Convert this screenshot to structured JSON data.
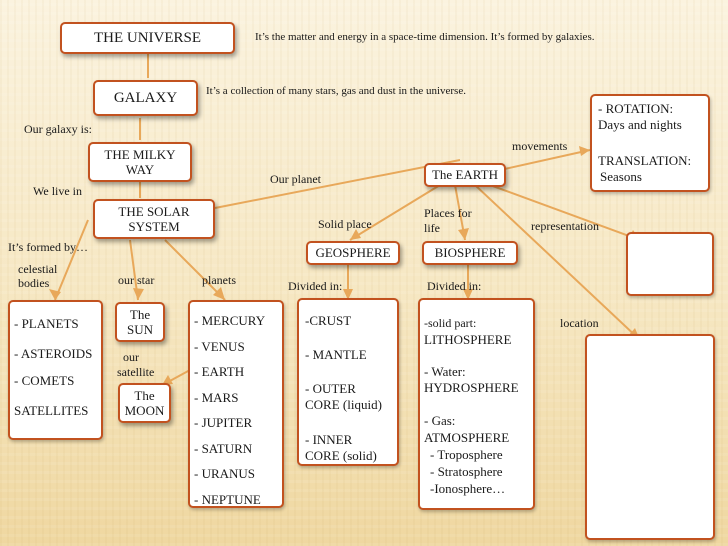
{
  "universe": {
    "title": "THE UNIVERSE",
    "definition": "It’s the matter and energy in a space-time dimension. It’s formed by galaxies."
  },
  "galaxy": {
    "title": "GALAXY",
    "definition": "It’s a collection of many stars,  gas and dust in the universe.",
    "our_galaxy_label": "Our  galaxy is:"
  },
  "milky_way": {
    "line1": "THE MILKY",
    "line2": "WAY",
    "we_live_in": "We live in"
  },
  "solar_system": {
    "line1": "THE SOLAR",
    "line2": "SYSTEM",
    "formed_by": "It’s formed by…",
    "celestial_line1": "celestial",
    "celestial_line2": "bodies",
    "our_star": "our star",
    "planets_label": "planets",
    "our_planet": "Our planet"
  },
  "celestial_bodies": [
    "‐ PLANETS",
    "‐ ASTEROIDS",
    "‐ COMETS",
    "SATELLITES"
  ],
  "sun": {
    "line1": "The",
    "line2": "SUN",
    "our_line1": "our",
    "our_line2": "satellite"
  },
  "moon": {
    "line1": "The",
    "line2": "MOON"
  },
  "planets": [
    "‐ MERCURY",
    "‐ VENUS",
    "‐ EARTH",
    "‐ MARS",
    "‐ JUPITER",
    "‐ SATURN",
    "‐ URANUS",
    "‐ NEPTUNE"
  ],
  "earth": {
    "title": "The EARTH",
    "movements": "movements",
    "representation": "representation",
    "location": "location",
    "solid_place": "Solid  place",
    "places_line1": "Places for",
    "places_line2": "life"
  },
  "movements_box": {
    "rotation": "‐ ROTATION:",
    "rotation_desc": "Days and nights",
    "translation": "TRANSLATION:",
    "translation_desc": "Seasons"
  },
  "geosphere": {
    "title": "GEOSPHERE",
    "divided": "Divided in:",
    "layers": [
      "‐CRUST",
      "‐ MANTLE",
      "‐ OUTER",
      "CORE  (liquid)",
      "‐ INNER",
      "CORE (solid)"
    ]
  },
  "biosphere": {
    "title": "BIOSPHERE",
    "divided": "Divided in:",
    "solid_part": "‐solid part:",
    "lithosphere": "LITHOSPHERE",
    "water": "‐ Water:",
    "hydrosphere": "HYDROSPHERE",
    "gas": "‐ Gas:",
    "atmosphere": "ATMOSPHERE",
    "layers": [
      "‐ Troposphere",
      "‐ Stratosphere",
      "‐Ionosphere…"
    ]
  },
  "colors": {
    "line": "#e8a85a",
    "border": "#c2521f"
  }
}
